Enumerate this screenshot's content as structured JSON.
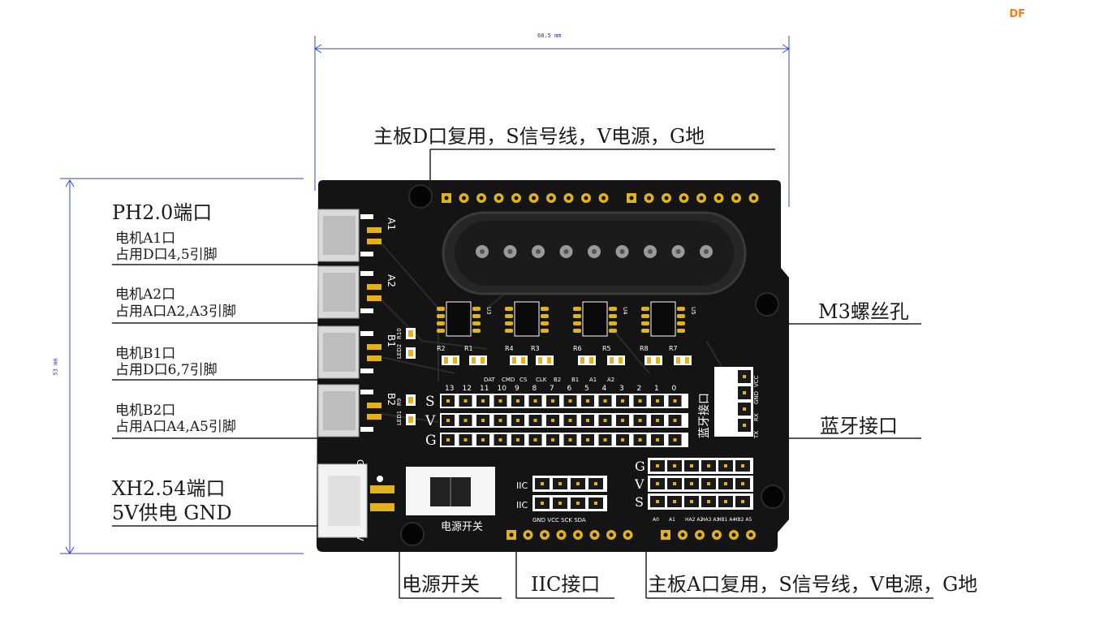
{
  "logo": "DF",
  "dimensions": {
    "width": "68.5 mm",
    "height": "53 mm"
  },
  "callouts": {
    "top_d_port": "主板D口复用，S信号线，V电源，G地",
    "ph_port": "PH2.0端口",
    "motor_a1_line1": "电机A1口",
    "motor_a1_line2": "占用D口4,5引脚",
    "motor_a2_line1": "电机A2口",
    "motor_a2_line2": "占用A口A2,A3引脚",
    "motor_b1_line1": "电机B1口",
    "motor_b1_line2": "占用D口6,7引脚",
    "motor_b2_line1": "电机B2口",
    "motor_b2_line2": "占用A口A4,A5引脚",
    "xh_port_line1": "XH2.54端口",
    "xh_port_line2": "5V供电 GND",
    "m3_hole": "M3螺丝孔",
    "bluetooth": "蓝牙接口",
    "power_switch": "电源开关",
    "iic_port": "IIC接口",
    "bottom_a_port": "主板A口复用，S信号线，V电源，G地"
  },
  "board": {
    "motor_labels": [
      "A1",
      "A2",
      "B1",
      "B2"
    ],
    "chip_labels": [
      "U3",
      "U4",
      "U5"
    ],
    "resistor_labels": [
      "R2",
      "R1",
      "R4",
      "R3",
      "R6",
      "R5",
      "R8",
      "R7"
    ],
    "led_labels": [
      "R10",
      "LED2",
      "R9",
      "LED1"
    ],
    "svg_row_labels": [
      "S",
      "V",
      "G"
    ],
    "pin_numbers": [
      "13",
      "12",
      "11",
      "10",
      "9",
      "8",
      "7",
      "6",
      "5",
      "4",
      "3",
      "2",
      "1",
      "0"
    ],
    "pin_functions": [
      "DAT",
      "CMD",
      "CS",
      "CLK",
      "B2",
      "B1",
      "A1",
      "A2"
    ],
    "bluetooth_silk": "蓝牙接口",
    "bluetooth_pins": [
      "TX",
      "RX",
      "GND",
      "VCC"
    ],
    "iic_silk": [
      "IIC",
      "IIC"
    ],
    "iic_pins": "GND VCC SCK SDA",
    "switch_silk": "电源开关",
    "a_row_labels": [
      "G",
      "V",
      "S"
    ],
    "a_pins": [
      "A0",
      "A1",
      "HA2 A2",
      "HA3 A3",
      "HB1 A4",
      "HB2 A5"
    ],
    "xh_silk_g": "G",
    "xh_silk_5v": "5V"
  },
  "colors": {
    "board": "#141414",
    "pad": "#e2b21c",
    "silk": "#ffffff",
    "dimension": "#3344cc",
    "logo": "#f07c1a"
  }
}
